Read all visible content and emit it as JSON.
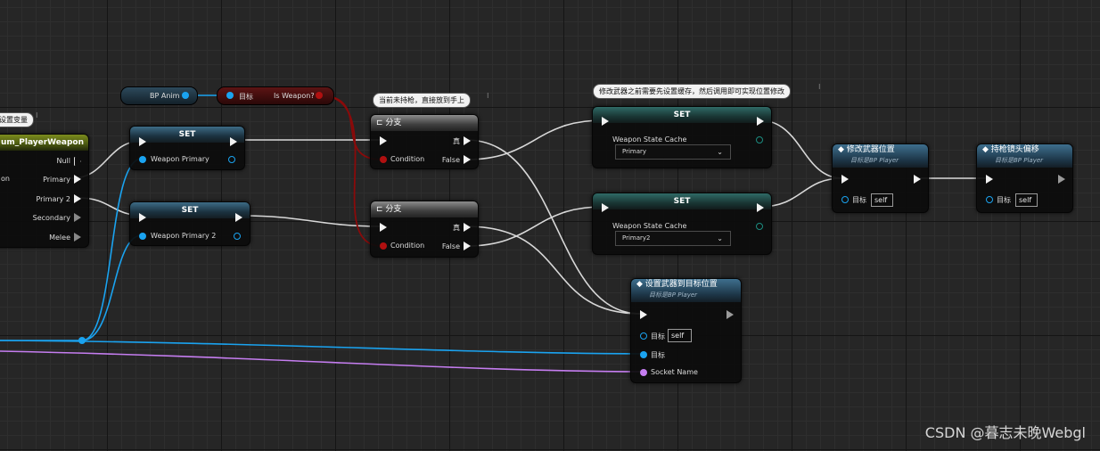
{
  "comments": {
    "set_var": "设置变量",
    "not_holding": "当前未持枪，直接放到手上",
    "modify_weapon": "修改武器之前需要先设置缓存，然后调用即可实现位置修改"
  },
  "switch_node": {
    "title": "um_PlayerWeapon",
    "outputs": [
      "Null",
      "Primary",
      "Primary 2",
      "Secondary",
      "Melee"
    ],
    "left_fragment": "on"
  },
  "get_bp_anim": {
    "label": "BP Anim"
  },
  "is_weapon_node": {
    "target_label": "目标",
    "output_label": "Is Weapon?"
  },
  "set_primary": {
    "title": "SET",
    "pin_label": "Weapon Primary"
  },
  "set_primary2": {
    "title": "SET",
    "pin_label": "Weapon Primary 2"
  },
  "branch1": {
    "title": "分支",
    "condition_label": "Condition",
    "true_label": "真",
    "false_label": "False"
  },
  "branch2": {
    "title": "分支",
    "condition_label": "Condition",
    "true_label": "真",
    "false_label": "False"
  },
  "set_cache1": {
    "title": "SET",
    "pin_label": "Weapon State Cache",
    "dropdown_value": "Primary"
  },
  "set_cache2": {
    "title": "SET",
    "pin_label": "Weapon State Cache",
    "dropdown_value": "Primary2"
  },
  "modify_pos": {
    "title": "修改武器位置",
    "subtitle": "目标是BP Player",
    "target_label": "目标",
    "target_value": "self"
  },
  "hold_offset": {
    "title": "持枪镜头偏移",
    "subtitle": "目标是BP Player",
    "target_label": "目标",
    "target_value": "self"
  },
  "set_to_target": {
    "title": "设置武器到目标位置",
    "subtitle": "目标是BP Player",
    "target_label": "目标",
    "target_value": "self",
    "target2_label": "目标",
    "socket_label": "Socket Name"
  },
  "colors": {
    "exec": "#f2f2f2",
    "object_pin": "#1aa3f0",
    "bool_pin": "#9e0a0a",
    "name_pin": "#c57df0",
    "enum_header": "#5a6b14"
  },
  "watermark": "CSDN @暮志未晚Webgl"
}
